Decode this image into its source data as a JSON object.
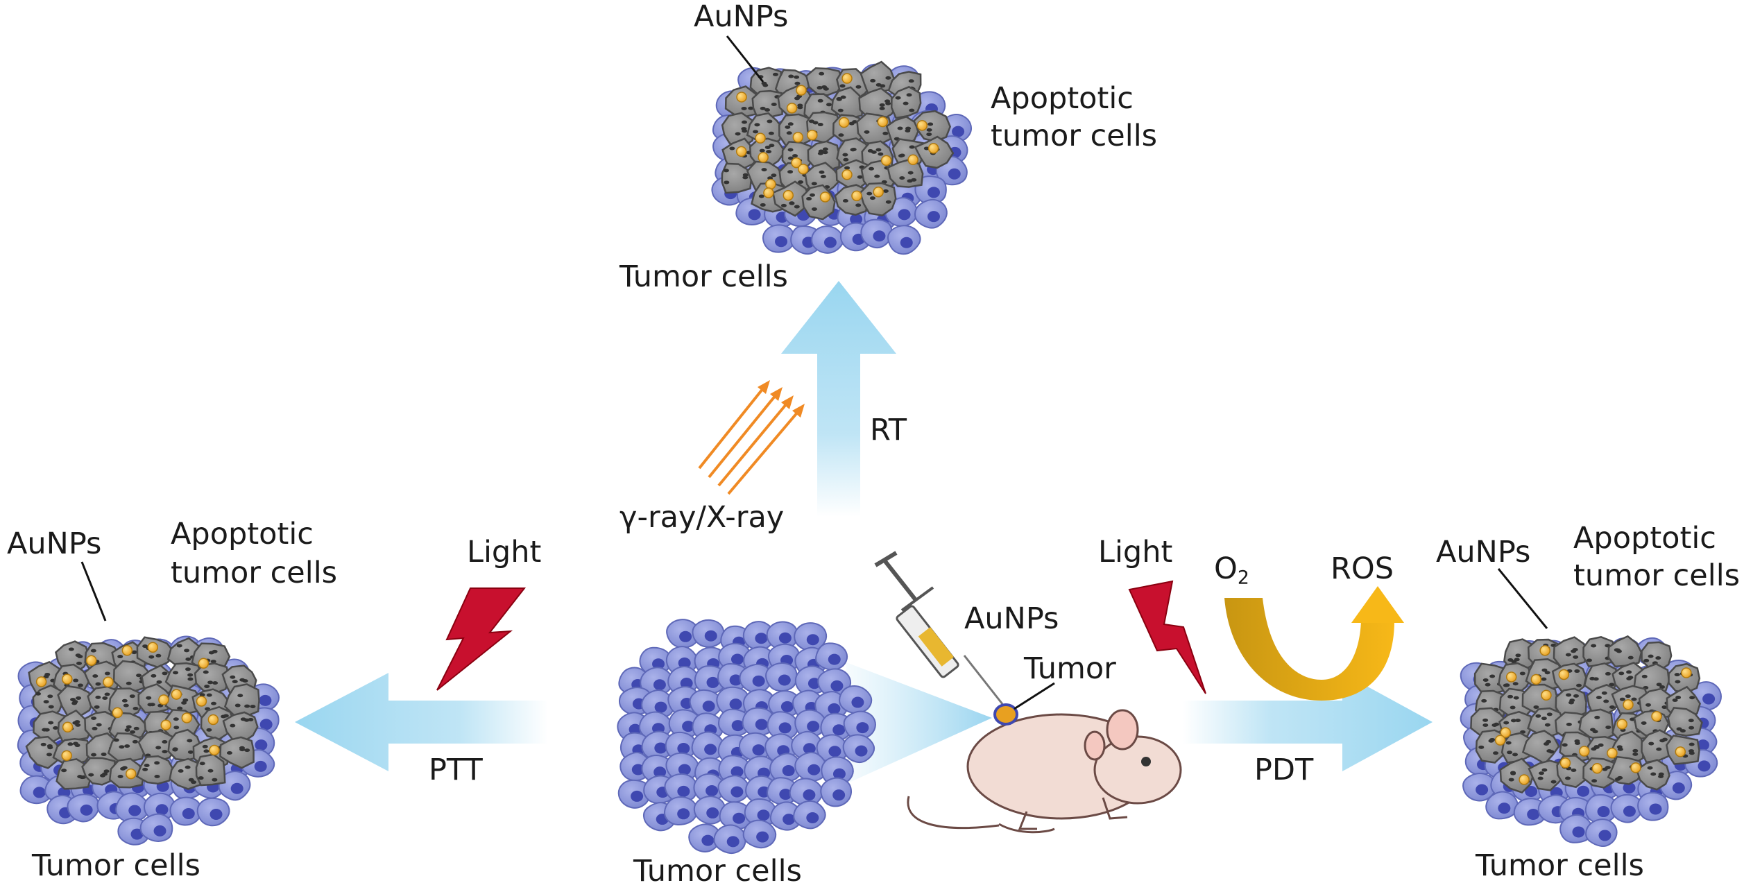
{
  "labels": {
    "top_aunps": "AuNPs",
    "top_apoptotic_line1": "Apoptotic",
    "top_apoptotic_line2": "tumor cells",
    "top_tumor_cells": "Tumor cells",
    "rt": "RT",
    "gamma_xray": "γ-ray/X-ray",
    "left_aunps": "AuNPs",
    "left_apoptotic_line1": "Apoptotic",
    "left_apoptotic_line2": "tumor cells",
    "left_tumor_cells": "Tumor cells",
    "left_light": "Light",
    "ptt": "PTT",
    "center_tumor_cells": "Tumor cells",
    "injection_aunps": "AuNPs",
    "mouse_tumor": "Tumor",
    "right_light": "Light",
    "o2_main": "O",
    "o2_sub": "2",
    "ros": "ROS",
    "pdt": "PDT",
    "right_aunps": "AuNPs",
    "right_apoptotic_line1": "Apoptotic",
    "right_apoptotic_line2": "tumor cells",
    "right_tumor_cells": "Tumor cells"
  },
  "colors": {
    "healthy_cell": "#8b95d8",
    "healthy_cell_edge": "#5e68b8",
    "nucleus": "#3f48b0",
    "apoptotic_cell": "#8c8c8c",
    "apoptotic_edge": "#4a4a4a",
    "gold_nanoparticle": "#f0b030",
    "flow_arrow": "#aadcf2",
    "lightning": "#c8102e",
    "radiation": "#f08a24",
    "o2_arc": "#d4a017",
    "mouse": "#f2dcd4"
  }
}
